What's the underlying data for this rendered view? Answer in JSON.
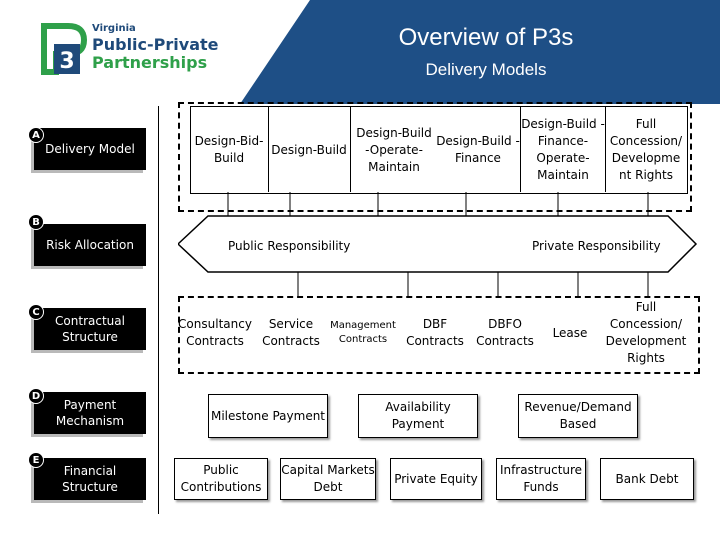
{
  "header": {
    "title": "Overview of P3s",
    "subtitle": "Delivery Models"
  },
  "logo": {
    "line1": "Virginia",
    "line2": "Public-Private",
    "line3": "Partnerships",
    "mark": "P3",
    "colors": {
      "green": "#2fa04a",
      "navy": "#1f4a7a"
    }
  },
  "accent_color": "#1e4f86",
  "rows": [
    {
      "badge": "A",
      "label": "Delivery Model"
    },
    {
      "badge": "B",
      "label": "Risk Allocation"
    },
    {
      "badge": "C",
      "label": "Contractual Structure"
    },
    {
      "badge": "D",
      "label": "Payment Mechanism"
    },
    {
      "badge": "E",
      "label": "Financial Structure"
    }
  ],
  "delivery_models": [
    "Design-Bid-Build",
    "Design-Build",
    "Design-Build -Operate-Maintain",
    "Design-Build -Finance",
    "Design-Build -Finance-Operate-Maintain",
    "Full Concession/ Developme nt Rights"
  ],
  "risk": {
    "public": "Public Responsibility",
    "private": "Private Responsibility"
  },
  "contracts": [
    "Consultancy Contracts",
    "Service Contracts",
    "Management Contracts",
    "DBF Contracts",
    "DBFO Contracts",
    "Lease",
    "Full Concession/ Development Rights"
  ],
  "payments": [
    "Milestone Payment",
    "Availability Payment",
    "Revenue/Demand Based"
  ],
  "financial": [
    "Public Contributions",
    "Capital Markets Debt",
    "Private Equity",
    "Infrastructure Funds",
    "Bank Debt"
  ]
}
